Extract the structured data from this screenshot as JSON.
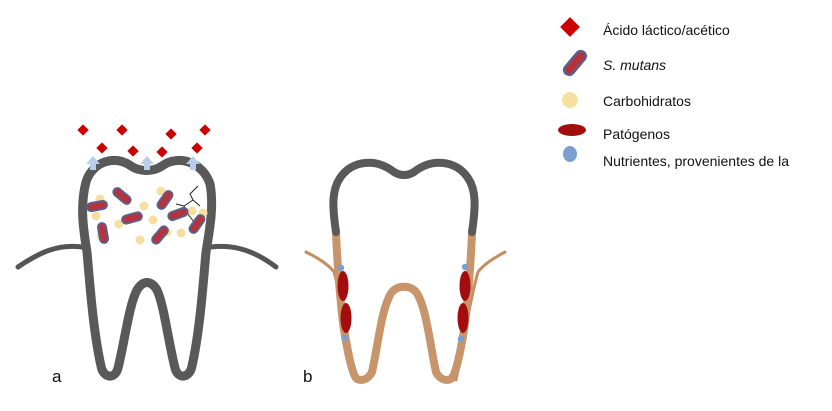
{
  "legend": {
    "acid": "Ácido láctico/acético",
    "smutans": "S. mutans",
    "carbs": "Carbohidratos",
    "pathogens": "Patógenos",
    "nutrients": "Nutrientes, provenientes de la"
  },
  "panels": {
    "a": "a",
    "b": "b"
  },
  "colors": {
    "acid": "#cc0000",
    "bacteria_fill": "#b7323a",
    "bacteria_outline": "#5a5f8c",
    "carbs": "#f6e0a0",
    "pathogen": "#a30d0d",
    "nutrient": "#7b9fd1",
    "tooth_outline": "#555555",
    "gum": "#c48e61",
    "arrow": "#b9cfe9"
  }
}
